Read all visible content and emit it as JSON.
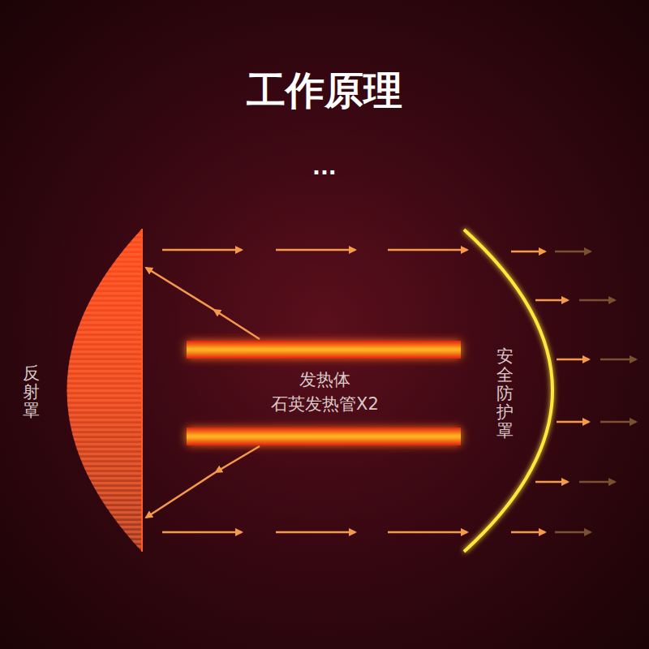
{
  "diagram": {
    "title": "工作原理",
    "labels": [
      "...",
      "反射罩",
      "发热体",
      "石英发热管X2",
      "安全防护罩"
    ]
  }
}
